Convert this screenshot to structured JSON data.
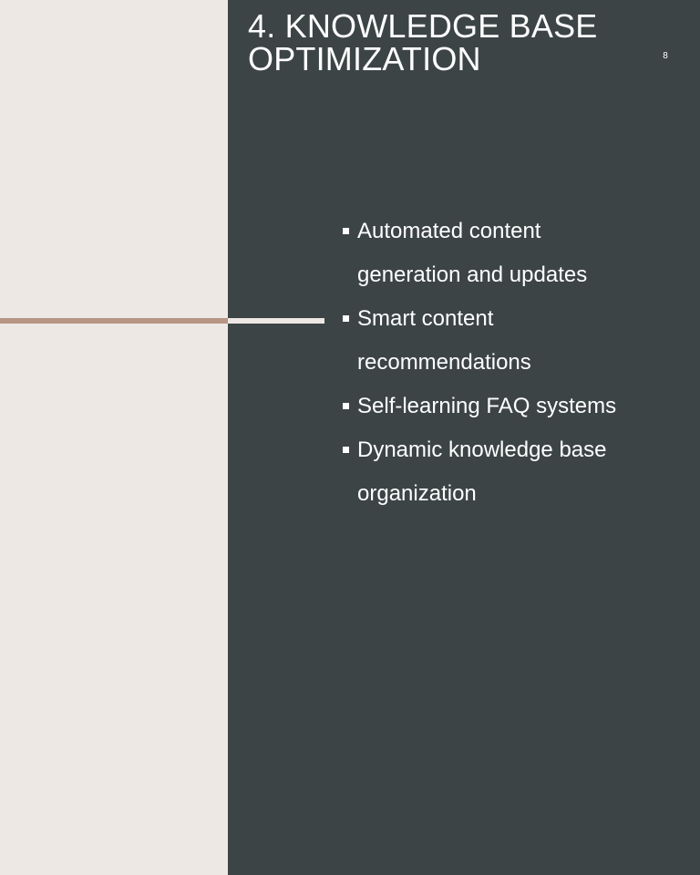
{
  "slide": {
    "title_lines": [
      "4. KNOWLEDGE BASE",
      "OPTIMIZATION"
    ],
    "page_number": "8",
    "bullets": [
      {
        "lines": [
          "Automated content",
          "generation and updates"
        ]
      },
      {
        "lines": [
          "Smart content",
          "recommendations"
        ]
      },
      {
        "lines": [
          "Self-learning FAQ systems"
        ]
      },
      {
        "lines": [
          "Dynamic knowledge base",
          "organization"
        ]
      }
    ]
  },
  "colors": {
    "left_panel": "#EEE8E5",
    "right_panel": "#3C4446",
    "accent_line": "#B69584",
    "text": "#FFFFFF"
  }
}
